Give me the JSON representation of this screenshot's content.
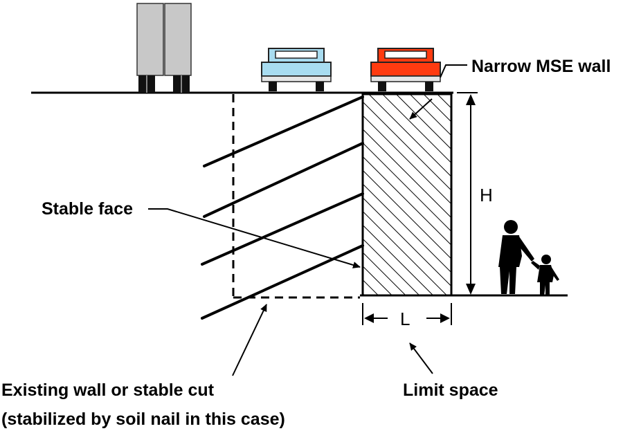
{
  "labels": {
    "narrow_mse_wall": "Narrow MSE wall",
    "stable_face": "Stable face",
    "height": "H",
    "length": "L",
    "limit_space": "Limit space",
    "existing_wall_line1": "Existing wall or stable cut",
    "existing_wall_line2": "(stabilized by soil nail in this case)"
  },
  "colors": {
    "ink": "#000000",
    "truck": "#c8c8c8",
    "car_blue": "#a8dcf0",
    "car_red": "#ff3b10",
    "background": "#ffffff"
  },
  "icons": {
    "truck": "truck-icon",
    "car_blue": "car-icon",
    "car_red": "car-icon",
    "person_adult": "adult-person-icon",
    "person_child": "child-person-icon"
  }
}
